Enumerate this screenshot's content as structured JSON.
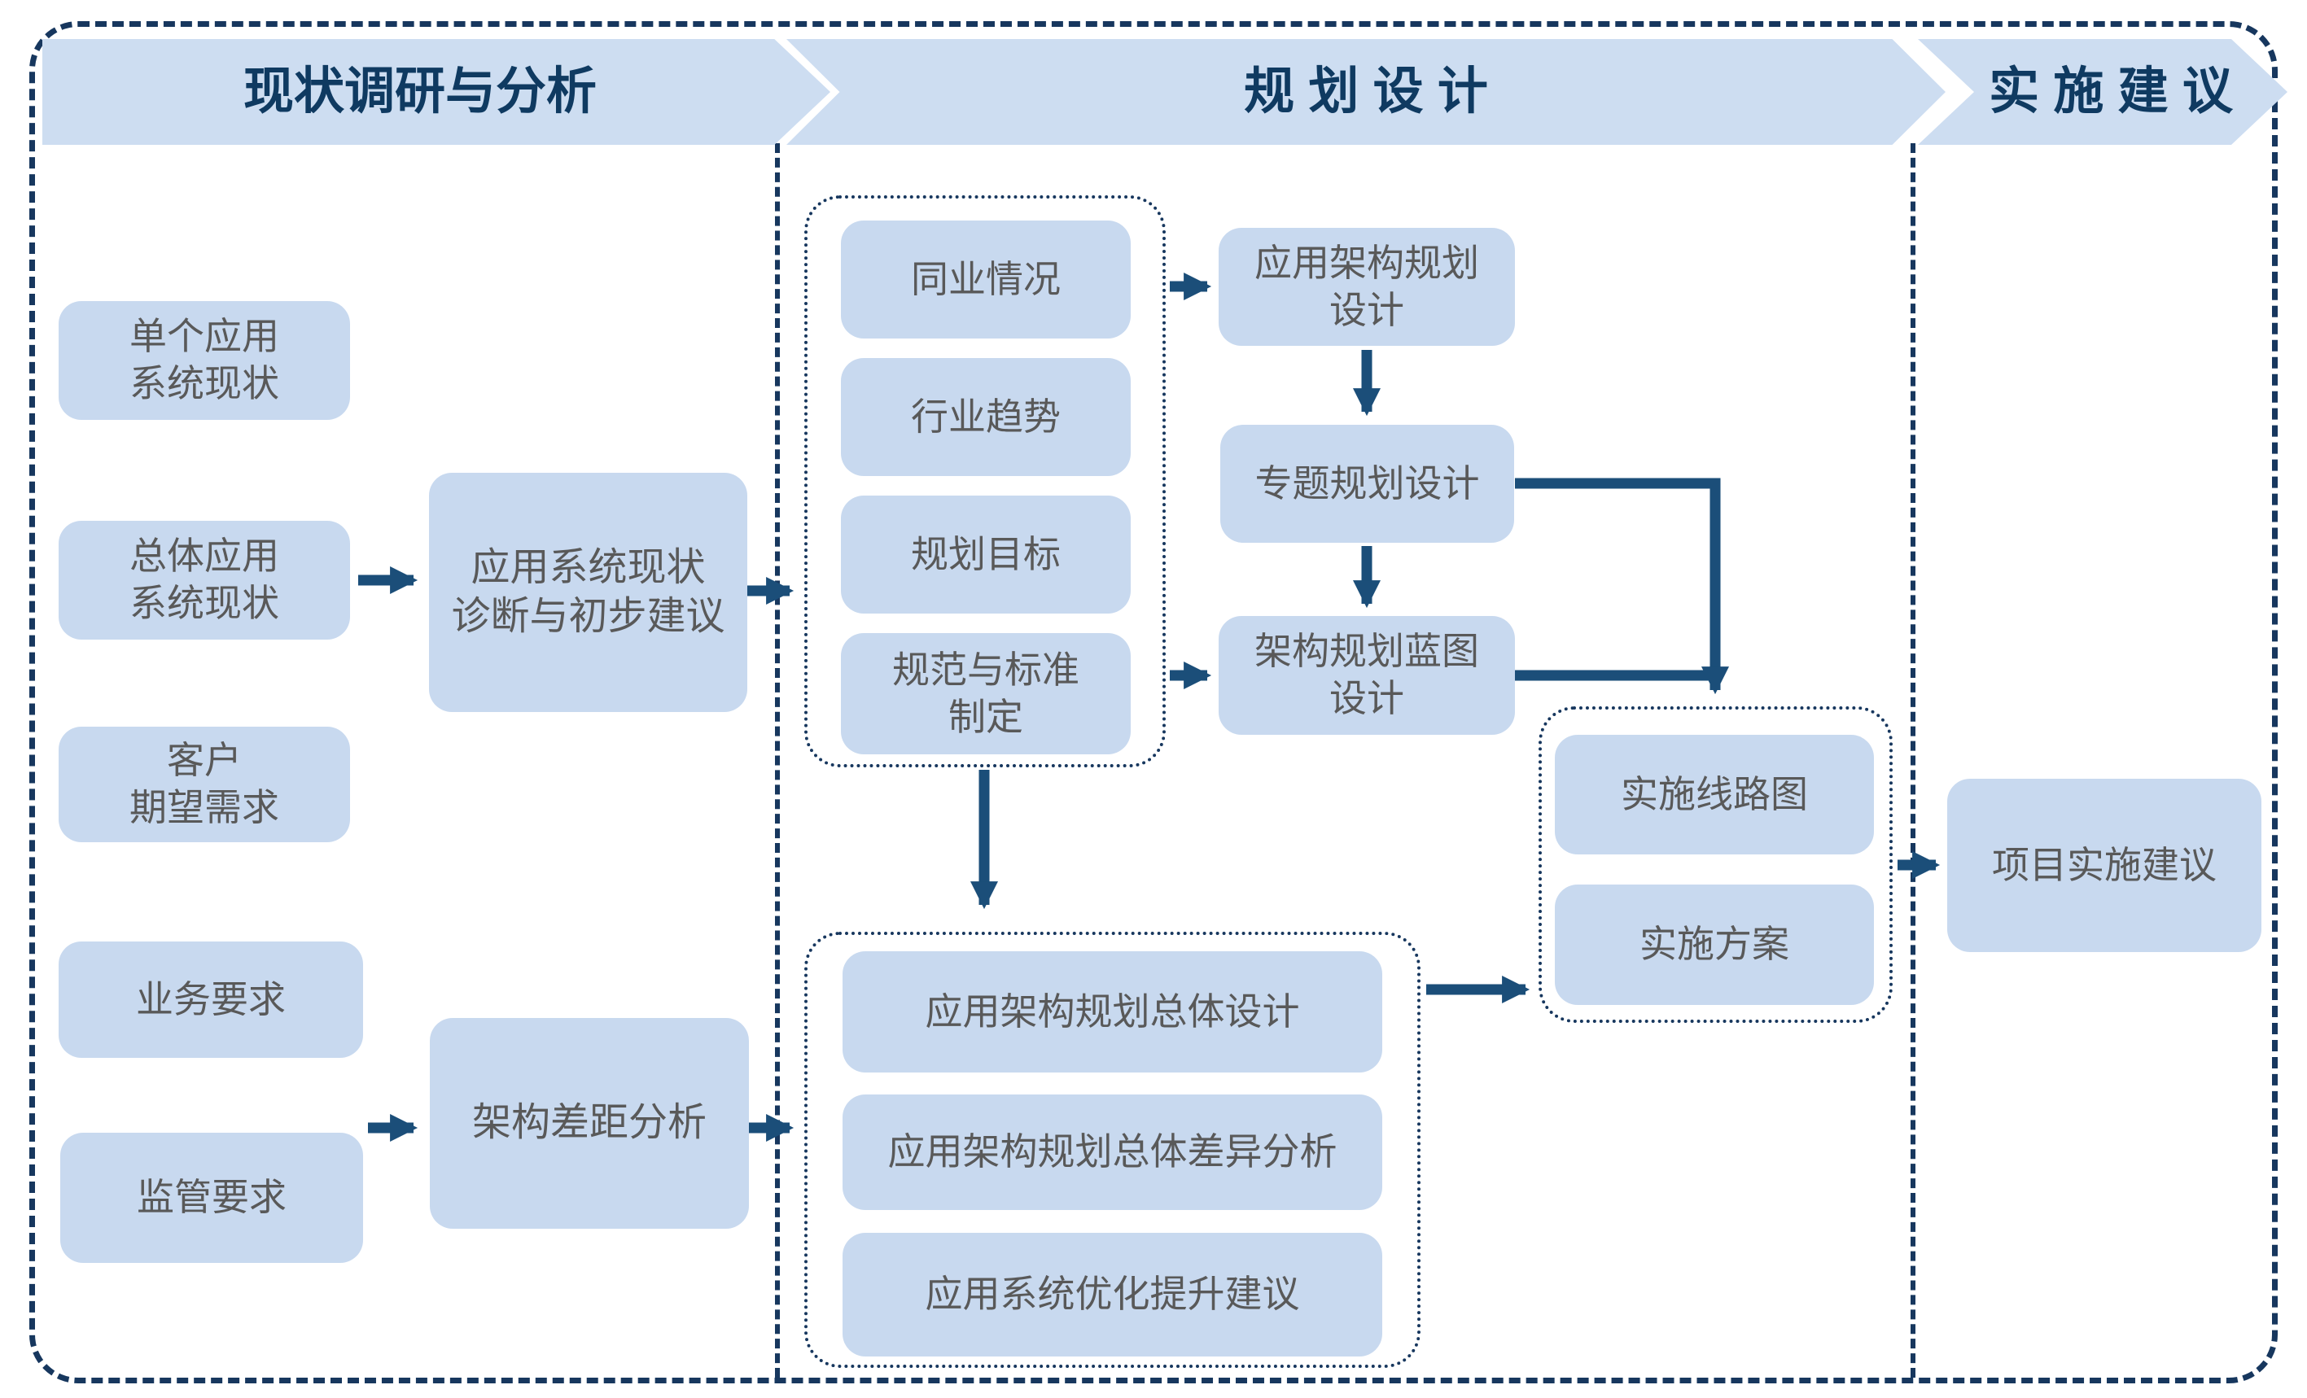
{
  "colors": {
    "navy_border": "#17375e",
    "banner_text": "#0f3a61",
    "connector": "#1b4e79",
    "banner_fill": "#cdddf1",
    "box_fill": "#c8d9ef",
    "box_text": "#595959"
  },
  "banners": {
    "stage1": "现状调研与分析",
    "stage2": "规 划 设 计",
    "stage3": "实 施 建 议"
  },
  "stage1": {
    "single_app_status": "单个应用\n系统现状",
    "overall_app_status": "总体应用\n系统现状",
    "customer_expectations": "客户\n期望需求",
    "business_requirements": "业务要求",
    "regulatory_requirements": "监管要求",
    "diagnosis": "应用系统现状\n诊断与初步建议",
    "gap_analysis": "架构差距分析"
  },
  "stage2": {
    "peer_situation": "同业情况",
    "industry_trends": "行业趋势",
    "planning_goals": "规划目标",
    "standards_development": "规范与标准\n制定",
    "app_arch_planning_design": "应用架构规划\n设计",
    "special_topic_planning": "专题规划设计",
    "arch_blueprint_design": "架构规划蓝图\n设计",
    "overall_design": "应用架构规划总体设计",
    "overall_gap_analysis": "应用架构规划总体差异分析",
    "optimization_suggestions": "应用系统优化提升建议"
  },
  "stage3": {
    "impl_roadmap": "实施线路图",
    "impl_plan": "实施方案",
    "project_impl_suggestion": "项目实施建议"
  }
}
